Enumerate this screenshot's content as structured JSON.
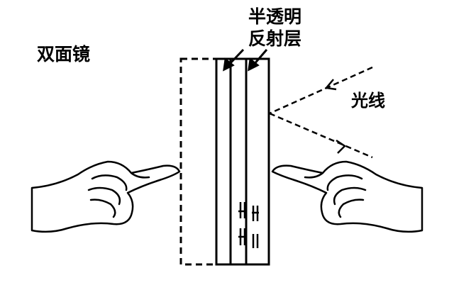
{
  "labels": {
    "mirror_name": "双面镜",
    "layer_line1": "半透明",
    "layer_line2": "反射层",
    "light": "光线"
  },
  "colors": {
    "ink": "#000000",
    "background": "#ffffff"
  }
}
